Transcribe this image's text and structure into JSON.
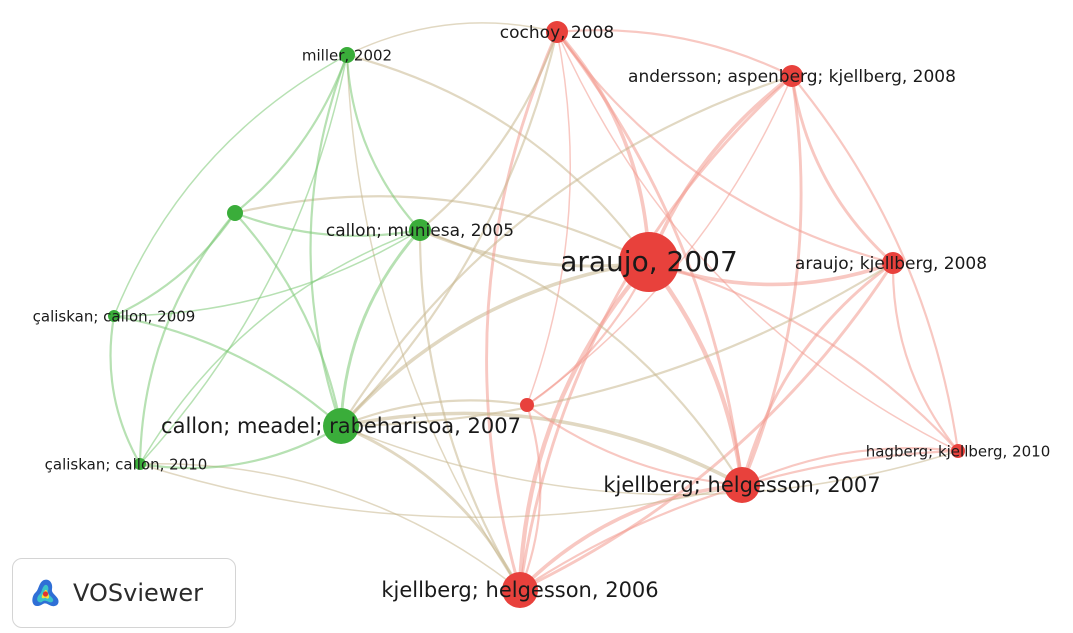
{
  "logo": {
    "text": "VOSviewer",
    "icon": "vosviewer-logo-icon"
  },
  "colors": {
    "cluster_1": "#e8413c",
    "cluster_2": "#3aad3a",
    "edge_1": "#f29a90",
    "edge_2": "#7cc874",
    "edge_mixed": "#c8b890"
  },
  "clusters": [
    {
      "id": 1,
      "color": "#e8413c"
    },
    {
      "id": 2,
      "color": "#3aad3a"
    }
  ],
  "nodes": [
    {
      "id": "araujo-2007",
      "label": "araujo, 2007",
      "cluster": 1,
      "weight": 10
    },
    {
      "id": "cochoy-2008",
      "label": "cochoy, 2008",
      "cluster": 1,
      "weight": 4
    },
    {
      "id": "andersson-2008",
      "label": "andersson; aspenberg; kjellberg, 2008",
      "cluster": 1,
      "weight": 4
    },
    {
      "id": "araujo-kjellberg-2008",
      "label": "araujo; kjellberg, 2008",
      "cluster": 1,
      "weight": 4
    },
    {
      "id": "hagberg-2010",
      "label": "hagberg; kjellberg, 2010",
      "cluster": 1,
      "weight": 2
    },
    {
      "id": "kjellberg-2007",
      "label": "kjellberg; helgesson, 2007",
      "cluster": 1,
      "weight": 7
    },
    {
      "id": "kjellberg-2006",
      "label": "kjellberg; helgesson, 2006",
      "cluster": 1,
      "weight": 7
    },
    {
      "id": "red-small",
      "label": "",
      "cluster": 1,
      "weight": 2
    },
    {
      "id": "miller-2002",
      "label": "miller, 2002",
      "cluster": 2,
      "weight": 3
    },
    {
      "id": "callon-muniesa-2005",
      "label": "callon; muniesa, 2005",
      "cluster": 2,
      "weight": 4
    },
    {
      "id": "green-small",
      "label": "",
      "cluster": 2,
      "weight": 3
    },
    {
      "id": "caliskan-2009",
      "label": "çaliskan; callon, 2009",
      "cluster": 2,
      "weight": 2
    },
    {
      "id": "caliskan-2010",
      "label": "çaliskan; callon, 2010",
      "cluster": 2,
      "weight": 2
    },
    {
      "id": "callon-meadel-2007",
      "label": "callon; meadel; rabeharisoa, 2007",
      "cluster": 2,
      "weight": 7
    }
  ]
}
